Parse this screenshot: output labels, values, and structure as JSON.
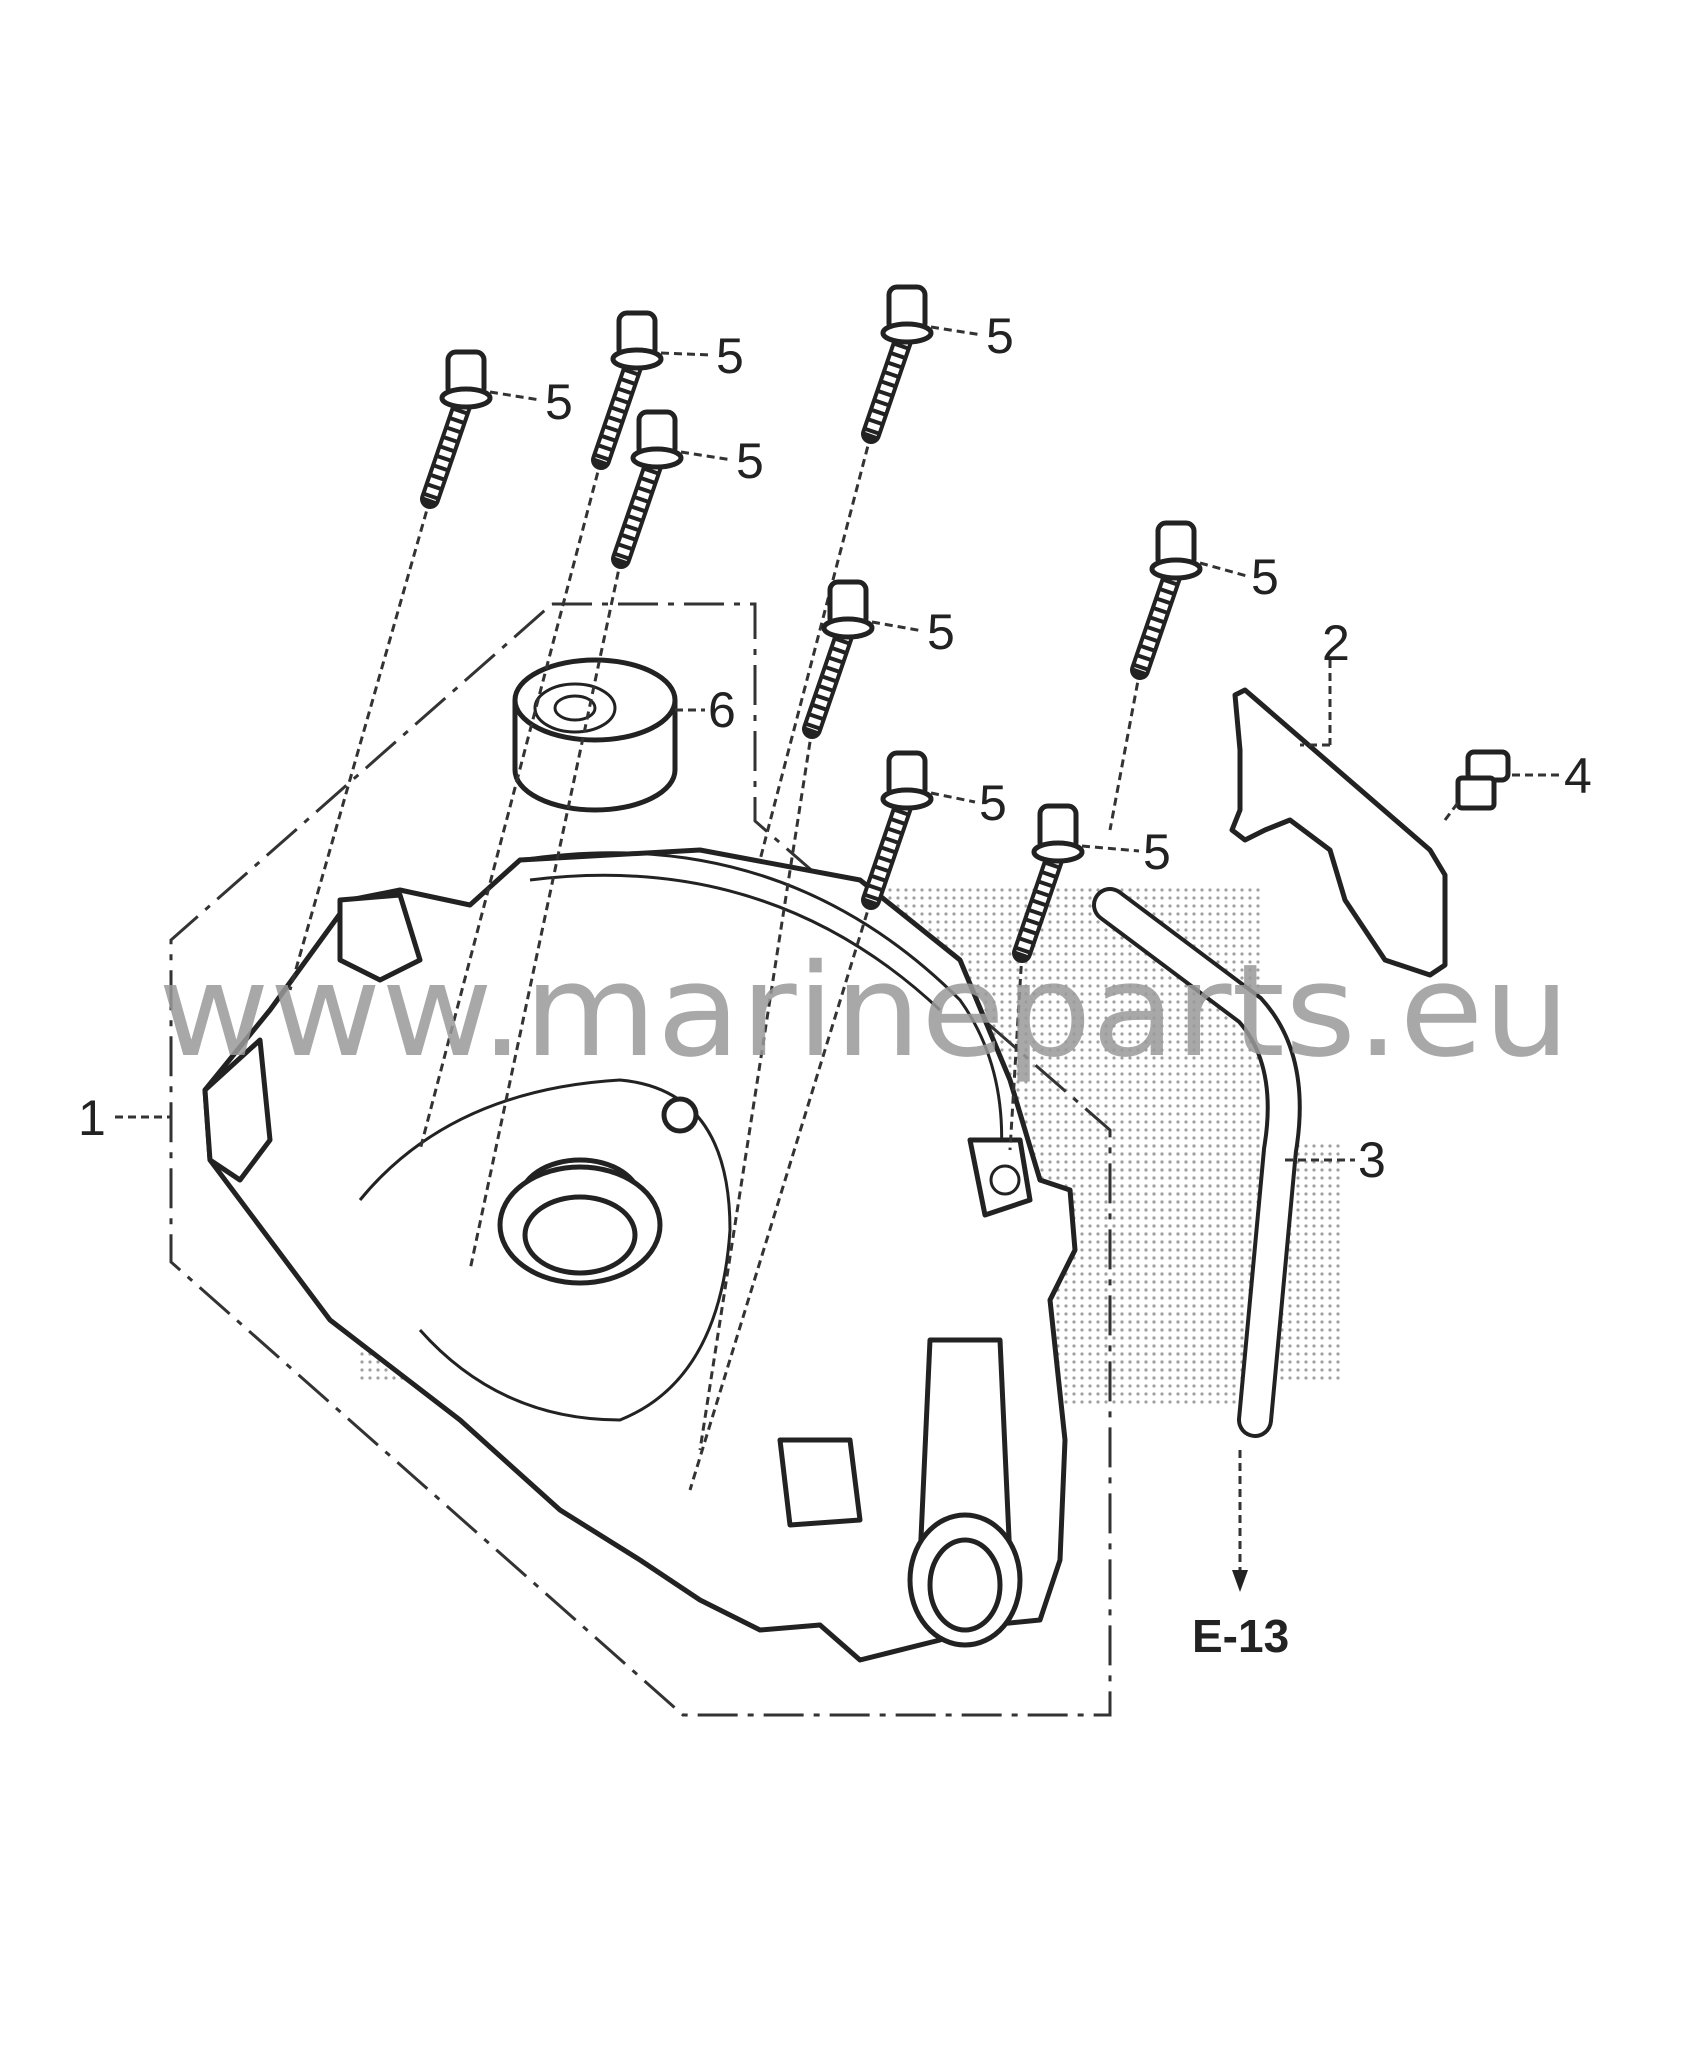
{
  "diagram": {
    "callouts": {
      "part1": "1",
      "part2": "2",
      "part3": "3",
      "part4": "4",
      "part5": [
        "5",
        "5",
        "5",
        "5",
        "5",
        "5",
        "5",
        "5"
      ],
      "part6": "6"
    },
    "reference": "E-13",
    "watermark": "www.marineparts.eu"
  }
}
